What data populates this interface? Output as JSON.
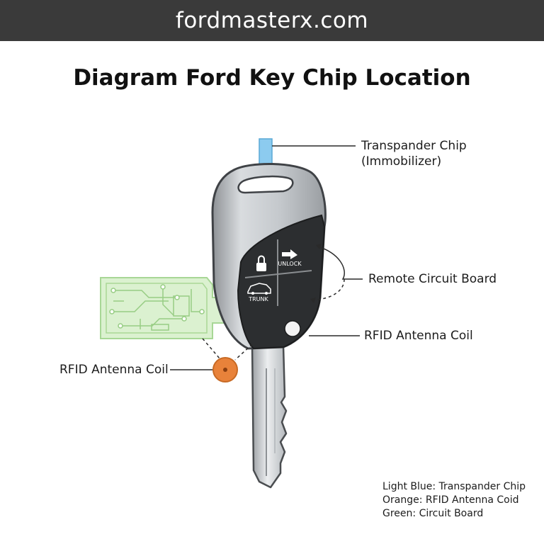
{
  "header": {
    "site": "fordmasterx.com"
  },
  "title": "Diagram Ford Key Chip Location",
  "labels": {
    "chip_line1": "Transpander Chip",
    "chip_line2": "(Immobilizer)",
    "remote_board": "Remote Circuit Board",
    "rfid_right": "RFID Antenna Coil",
    "rfid_left": "RFID Antenna Coil"
  },
  "buttons": {
    "unlock": "UNLOCK",
    "trunk": "TRUNK"
  },
  "legend": [
    "Light Blue: Transpander Chip",
    "Orange: RFID Antenna Coid",
    "Green: Circuit Board"
  ],
  "colors": {
    "chip": "#7cc4ec",
    "coil": "#e8823a",
    "board": "#b9e3a8",
    "header_bg": "#3a3a3a"
  },
  "icons": [
    "lock-icon",
    "unlock-arrow-icon",
    "trunk-car-icon"
  ]
}
